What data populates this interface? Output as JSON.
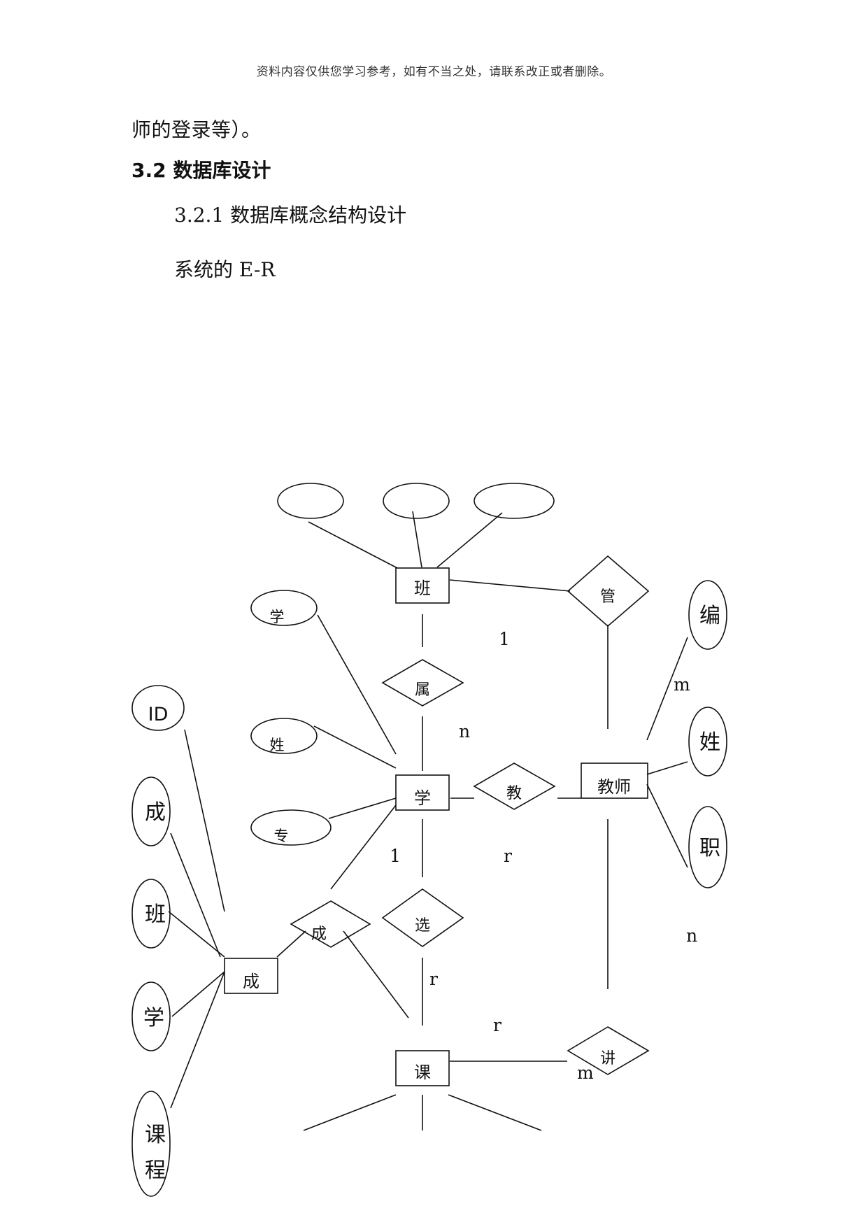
{
  "header": "资料内容仅供您学习参考，如有不当之处，请联系改正或者删除。",
  "continuation": "师的登录等）。",
  "section_heading": "3.2 数据库设计",
  "subsection_heading": "3.2.1 数据库概念结构设计",
  "paragraph": "系统的 E-R",
  "er_diagram": {
    "entities": {
      "class": "班",
      "student": "学",
      "teacher": "教师",
      "grade": "成",
      "course": "课"
    },
    "relationships": {
      "manage": "管",
      "belongs": "属",
      "teach": "教",
      "select": "选",
      "grade_rel": "成",
      "lecture": "讲"
    },
    "attributes": {
      "class_attr_1": "",
      "class_attr_2": "",
      "class_attr_3": "",
      "student_attr_1": "学",
      "student_attr_2": "姓",
      "student_attr_3": "专",
      "grade_id": "ID",
      "grade_score": "成",
      "grade_class": "班",
      "grade_student": "学",
      "grade_course": "课",
      "grade_course_2": "程",
      "teacher_no": "编",
      "teacher_name": "姓",
      "teacher_title": "职"
    },
    "cardinalities": {
      "class_manage": "1",
      "teacher_manage": "m",
      "class_belongs": "n",
      "student_belongs": "1",
      "teach_student": "r",
      "teacher_lecture": "n",
      "select_student": "r",
      "select_course": "r",
      "lecture_course": "m"
    }
  }
}
